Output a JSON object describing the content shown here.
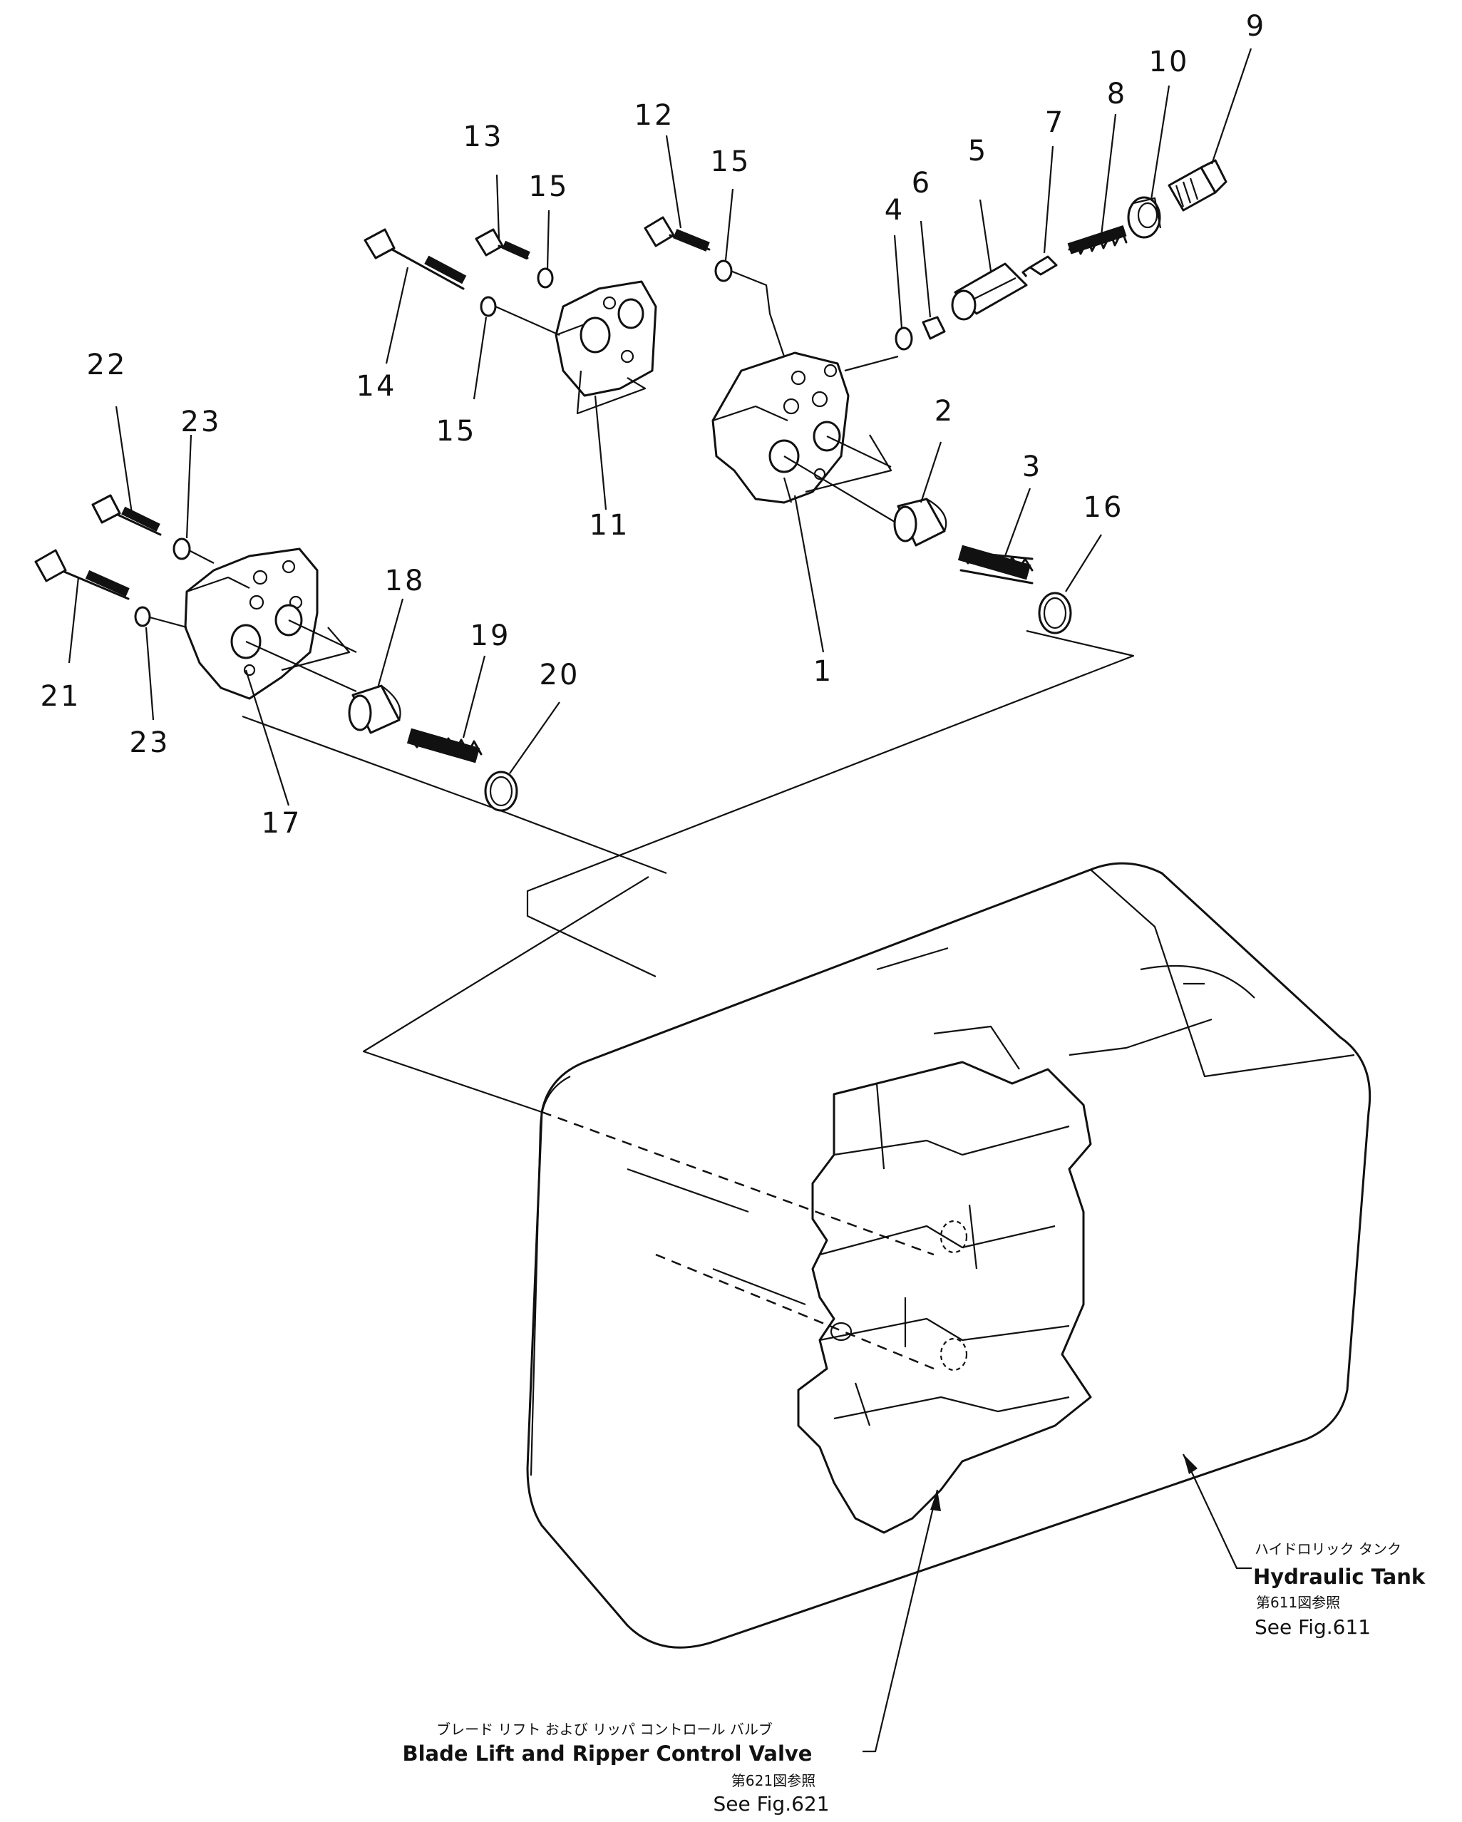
{
  "callouts": [
    "1",
    "2",
    "3",
    "4",
    "5",
    "6",
    "7",
    "8",
    "9",
    "10",
    "11",
    "12",
    "13",
    "14",
    "15",
    "15",
    "15",
    "16",
    "17",
    "18",
    "19",
    "20",
    "21",
    "22",
    "23",
    "23"
  ],
  "captions": {
    "tank": {
      "jp": "ハイドロリック タンク",
      "en": "Hydraulic Tank",
      "ref_jp": "第611図参照",
      "ref_en": "See Fig.611"
    },
    "valve": {
      "jp": "ブレード リフト および リッパ コントロール バルブ",
      "en": "Blade Lift and Ripper Control Valve",
      "ref_jp": "第621図参照",
      "ref_en": "See Fig.621"
    }
  }
}
